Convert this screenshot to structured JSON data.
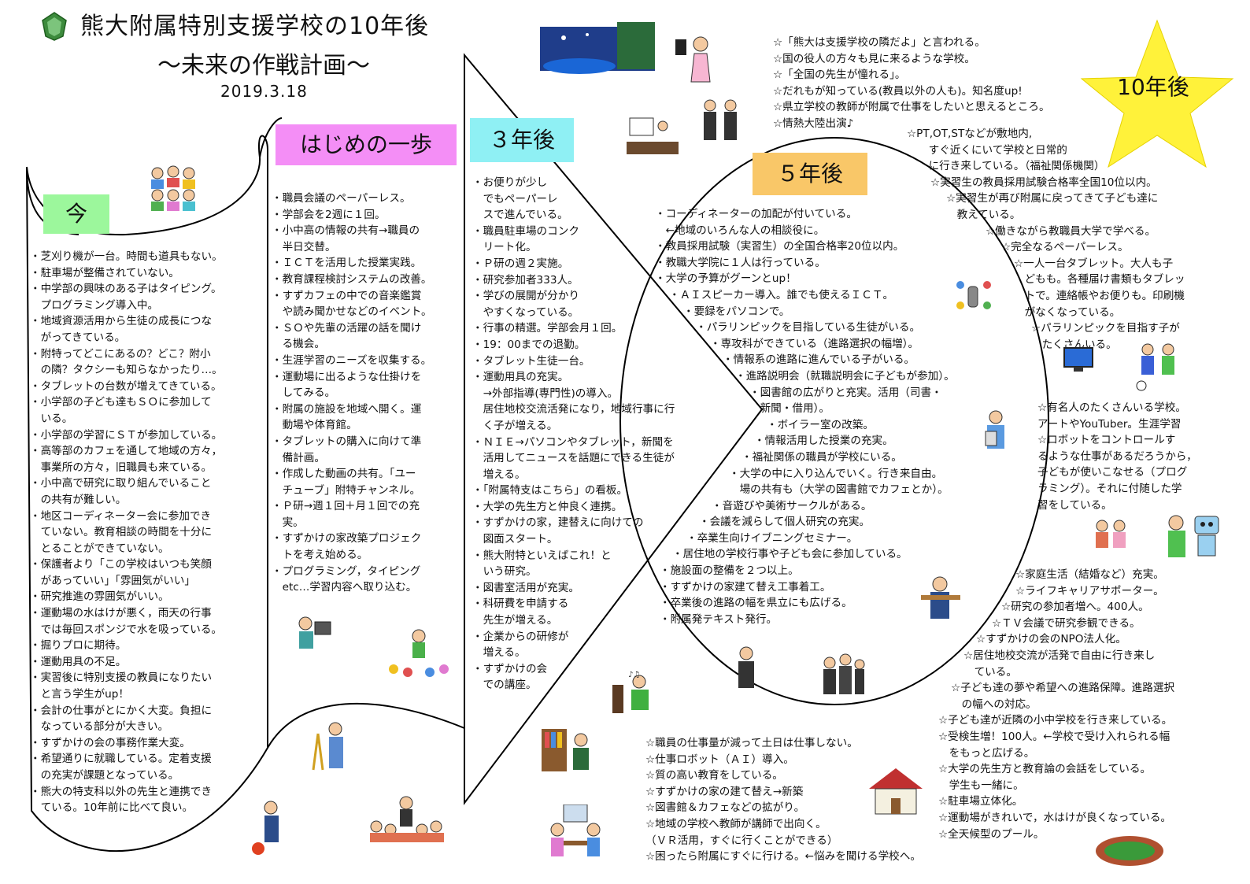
{
  "header": {
    "title": "熊大附属特別支援学校の10年後",
    "subtitle": "～未来の作戦計画～",
    "date": "2019.3.18"
  },
  "labels": {
    "now": "今",
    "first_step": "はじめの一歩",
    "three_years": "３年後",
    "five_years": "５年後",
    "ten_years": "10年後"
  },
  "colors": {
    "now": "#9cf79c",
    "first_step": "#f48ef6",
    "three_years": "#8ff0f4",
    "five_years": "#f9c768",
    "star": "#fff23a"
  },
  "icons": [
    "school-logo-icon",
    "students-group-icon",
    "stage-building-icon",
    "presenter-icon",
    "bowing-people-icon",
    "lecture-screen-icon",
    "robot-icon",
    "soccer-icon",
    "house-icon",
    "track-field-icon"
  ],
  "now_items": [
    "・芝刈り機が一台。時間も道具もない。",
    "・駐車場が整備されていない。",
    "・中学部の興味のある子はタイピング。",
    "　プログラミング導入中。",
    "・地域資源活用から生徒の成長につな",
    "　がってきている。",
    "・附特ってどこにあるの？どこ？附小",
    "　の隣？タクシーも知らなかったり…。",
    "・タブレットの台数が増えてきている。",
    "・小学部の子ども達もＳＯに参加して",
    "　いる。",
    "・小学部の学習にＳＴが参加している。",
    "・高等部のカフェを通して地域の方々，",
    "　事業所の方々，旧職員も来ている。",
    "・小中高で研究に取り組んでいること",
    "　の共有が難しい。",
    "・地区コーディネーター会に参加でき",
    "　ていない。教育相談の時間を十分に",
    "　とることができていない。",
    "・保護者より「この学校はいつも笑顔",
    "　があっていい」「雰囲気がいい」",
    "・研究推進の雰囲気がいい。",
    "・運動場の水はけが悪く，雨天の行事",
    "　では毎回スポンジで水を吸っている。",
    "・掘りプロに期待。",
    "・運動用具の不足。",
    "・実習後に特別支援の教員になりたい",
    "　と言う学生がup！",
    "・会計の仕事がとにかく大変。負担に",
    "　なっている部分が大きい。",
    "・すずかけの会の事務作業大変。",
    "・希望通りに就職している。定着支援",
    "　の充実が課題となっている。",
    "・熊大の特支科以外の先生と連携でき",
    "　ている。10年前に比べて良い。"
  ],
  "first_step_items": [
    "・職員会議のペーパーレス。",
    "・学部会を2週に１回。",
    "・小中高の情報の共有→職員の",
    "　半日交替。",
    "・ＩＣＴを活用した授業実践。",
    "・教育課程検討システムの改善。",
    "・すずカフェの中での音楽鑑賞",
    "　や読み聞かせなどのイベント。",
    "・ＳＯや先輩の活躍の話を聞け",
    "　る機会。",
    "・生涯学習のニーズを収集する。",
    "・運動場に出るような仕掛けを",
    "　してみる。",
    "・附属の施設を地域へ開く。運",
    "　動場や体育館。",
    "・タブレットの購入に向けて準",
    "　備計画。",
    "・作成した動画の共有。「ユー",
    "　チューブ」附特チャンネル。",
    "・Ｐ研→週１回＋月１回での充",
    "　実。",
    "・すずかけの家改築プロジェク",
    "　トを考え始める。",
    "・プログラミング，タイピング",
    "　etc…学習内容へ取り込む。"
  ],
  "three_year_items": [
    "・お便りが少し",
    "　でもペーパーレ",
    "　スで進んでいる。",
    "・職員駐車場のコンク",
    "　リート化。",
    "・Ｐ研の週２実施。",
    "・研究参加者333人。",
    "・学びの展開が分かり",
    "　やすくなっている。",
    "・行事の精選。学部会月１回。",
    "・19：00までの退勤。",
    "・タブレット生徒一台。",
    "・運動用具の充実。",
    "　→外部指導(専門性)の導入。",
    "　居住地校交流活発になり，地域行事に行",
    "　く子が増える。",
    "・ＮＩＥ→パソコンやタブレット，新聞を",
    "　活用してニュースを話題にできる生徒が",
    "　増える。",
    "・「附属特支はこちら」の看板。",
    "・大学の先生方と仲良く連携。",
    "・すずかけの家，建替えに向けての",
    "　図面スタート。",
    "・熊大附特といえばこれ！と",
    "　いう研究。",
    "・図書室活用が充実。",
    "・科研費を申請する",
    "　先生が増える。",
    "・企業からの研修が",
    "　増える。",
    "・すずかけの会",
    "　での講座。"
  ],
  "five_year_items": [
    "・コーディネーターの加配が付いている。",
    "　←地域のいろんな人の相談役に。",
    "・教員採用試験（実習生）の全国合格率20位以内。",
    "・教職大学院に１人は行っている。",
    "・大学の予算がグーンとup！",
    "・ＡＩスピーカー導入。誰でも使えるＩＣＴ。",
    "・要録をパソコンで。",
    "・パラリンピックを目指している生徒がいる。",
    "・専攻科ができている（進路選択の幅増）。",
    "・情報系の進路に進んでいる子がいる。",
    "・進路説明会（就職説明会に子どもが参加）。",
    "・図書館の広がりと充実。活用（司書・",
    "　新聞・借用）。",
    "・ボイラー室の改築。",
    "・情報活用した授業の充実。",
    "・福祉関係の職員が学校にいる。",
    "・大学の中に入り込んでいく。行き来自由。",
    "　場の共有も（大学の図書館でカフェとか）。",
    "・音遊びや美術サークルがある。",
    "・会議を減らして個人研究の充実。",
    "・卒業生向けイブニングセミナー。",
    "・居住地の学校行事や子ども会に参加している。",
    "・施設面の整備を２つ以上。",
    "・すずかけの家建て替え工事着工。",
    "・卒業後の進路の幅を県立にも広げる。",
    "・附属発テキスト発行。"
  ],
  "ten_year_top": [
    "☆「熊大は支援学校の隣だよ」と言われる。",
    "☆国の役人の方々も見に来るような学校。",
    "☆「全国の先生が憧れる」。",
    "☆だれもが知っている(教員以外の人も)。知名度up!",
    "☆県立学校の教師が附属で仕事をしたいと思えるところ。",
    "☆情熱大陸出演♪"
  ],
  "ten_year_right1": [
    "☆PT,OT,STなどが敷地内,",
    "　すぐ近くにいて学校と日常的",
    "　に行き来している。（福祉関係機関）",
    "☆実習生の教員採用試験合格率全国10位以内。",
    "☆実習生が再び附属に戻ってきて子ども達に",
    "　教えている。",
    "☆働きながら教職員大学で学べる。",
    "☆完全なるペーパーレス。",
    "☆一人一台タブレット。大人も子",
    "　どもも。各種届け書類もタブレッ",
    "　トで。連絡帳やお便りも。印刷機",
    "　がなくなっている。",
    "☆パラリンピックを目指す子が",
    "　たくさんいる。"
  ],
  "ten_year_right2": [
    "☆有名人のたくさんいる学校。",
    "アートやYouTuber。生涯学習",
    "☆ロボットをコントロールす",
    "るような仕事があるだろうから，",
    "子どもが使いこなせる（プログ",
    "ラミング）。それに付随した学",
    "習をしている。"
  ],
  "ten_year_right3": [
    "☆家庭生活（結婚など）充実。",
    "☆ライフキャリアサポーター。",
    "☆研究の参加者増へ。400人。",
    "☆ＴＶ会議で研究参観できる。",
    "☆すずかけの会のNPO法人化。",
    "☆居住地校交流が活発で自由に行き来し",
    "　ている。",
    "☆子ども達の夢や希望への進路保障。進路選択",
    "　の幅への対応。",
    "☆子ども達が近隣の小中学校を行き来している。",
    "☆受検生増！100人。←学校で受け入れられる幅",
    "　をもっと広げる。",
    "☆大学の先生方と教育論の会話をしている。",
    "　学生も一緒に。",
    "☆駐車場立体化。",
    "☆運動場がきれいで，水はけが良くなっている。",
    "☆全天候型のプール。"
  ],
  "ten_year_bottom": [
    "☆職員の仕事量が減って土日は仕事しない。",
    "☆仕事ロボット（ＡＩ）導入。",
    "☆質の高い教育をしている。",
    "☆すずかけの家の建て替え→新築",
    "☆図書館＆カフェなどの拡がり。",
    "☆地域の学校へ教師が講師で出向く。",
    "（ＶＲ活用，すぐに行くことができる）",
    "☆困ったら附属にすぐに行ける。←悩みを聞ける学校へ。"
  ]
}
